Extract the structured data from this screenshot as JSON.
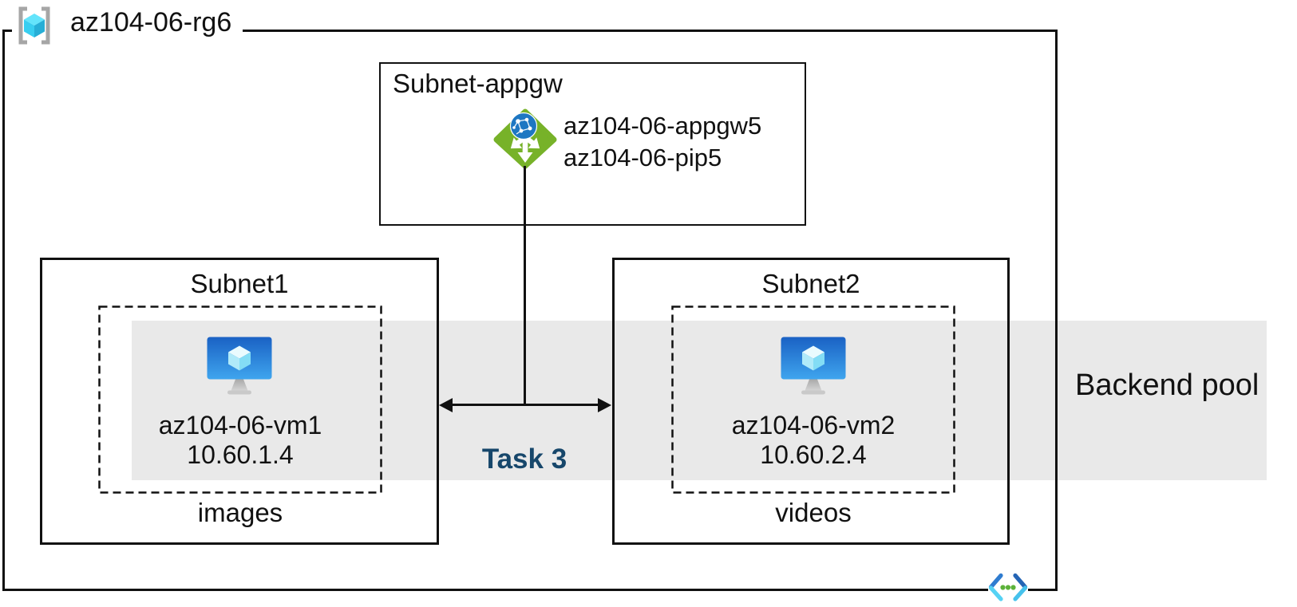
{
  "colors": {
    "border": "#111111",
    "backend_pool_bg": "#E9E9E9",
    "task_text": "#17476B",
    "appgw_green": "#77B229",
    "globe_blue": "#1E77C2",
    "vm_blue_top": "#1A61C4",
    "vm_blue_bottom": "#3FA5EE",
    "vnet_dot_green": "#5CB23A",
    "vnet_blue_dark": "#2F7CD0",
    "vnet_cyan": "#55D2F4"
  },
  "resource_group": {
    "name": "az104-06-rg6"
  },
  "appgw_subnet": {
    "label": "Subnet-appgw",
    "appgw_name": "az104-06-appgw5",
    "pip_name": "az104-06-pip5"
  },
  "subnets": [
    {
      "label": "Subnet1",
      "vm_name": "az104-06-vm1",
      "vm_ip": "10.60.1.4",
      "caption": "images"
    },
    {
      "label": "Subnet2",
      "vm_name": "az104-06-vm2",
      "vm_ip": "10.60.2.4",
      "caption": "videos"
    }
  ],
  "backend_pool": {
    "label": "Backend pool"
  },
  "task": {
    "label": "Task 3"
  },
  "icons": {
    "resource_group": "resource-group-icon",
    "application_gateway": "application-gateway-icon",
    "virtual_machine": "virtual-machine-icon",
    "virtual_network": "virtual-network-icon"
  }
}
